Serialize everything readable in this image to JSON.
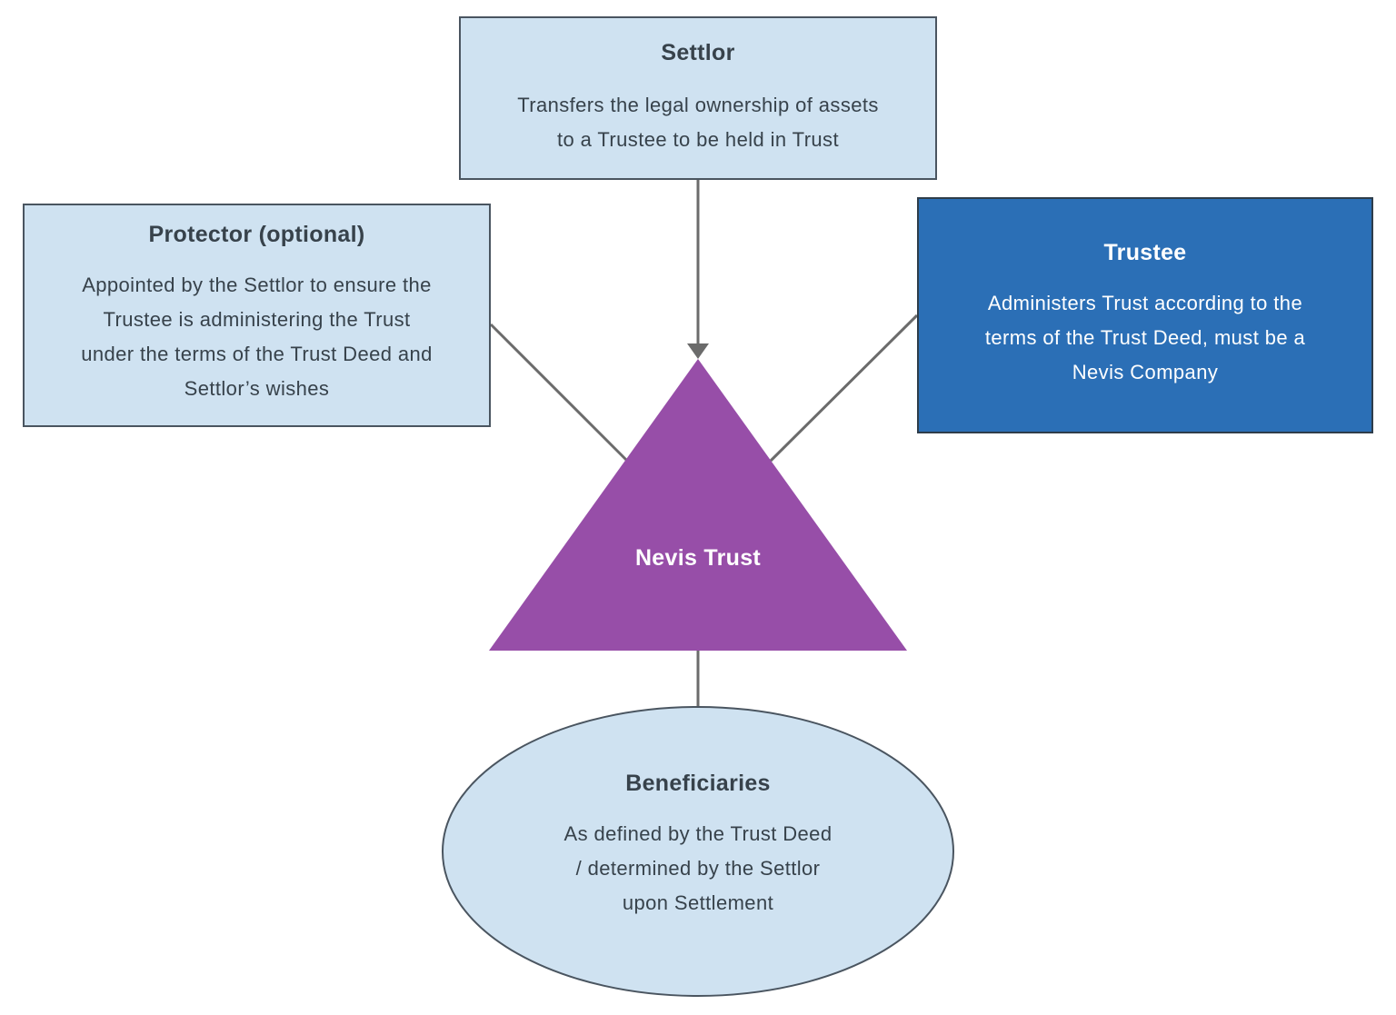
{
  "diagram": {
    "colors": {
      "light_fill": "#cfe2f1",
      "trustee_fill": "#2b6fb6",
      "trust_fill": "#974ea8",
      "connector": "#6b6b6b",
      "text_dark": "#37424b",
      "text_light": "#ffffff"
    },
    "settlor": {
      "title": "Settlor",
      "lines": [
        "Transfers the legal ownership of assets",
        "to a Trustee to be held in Trust"
      ]
    },
    "protector": {
      "title": "Protector (optional)",
      "lines": [
        "Appointed by the Settlor to ensure the",
        "Trustee is administering the Trust",
        "under the terms of the Trust Deed and",
        "Settlor’s wishes"
      ]
    },
    "trustee": {
      "title": "Trustee",
      "lines": [
        "Administers Trust according to the",
        "terms of the Trust Deed, must be a",
        "Nevis Company"
      ]
    },
    "trust": {
      "title": "Nevis Trust"
    },
    "beneficiaries": {
      "title": "Beneficiaries",
      "lines": [
        "As defined by the Trust Deed",
        "/ determined by the Settlor",
        "upon Settlement"
      ]
    },
    "connections": [
      {
        "from": "Settlor",
        "to": "Nevis Trust",
        "style": "arrow"
      },
      {
        "from": "Protector (optional)",
        "to": "Nevis Trust",
        "style": "line"
      },
      {
        "from": "Trustee",
        "to": "Nevis Trust",
        "style": "line"
      },
      {
        "from": "Nevis Trust",
        "to": "Beneficiaries",
        "style": "line"
      }
    ]
  }
}
